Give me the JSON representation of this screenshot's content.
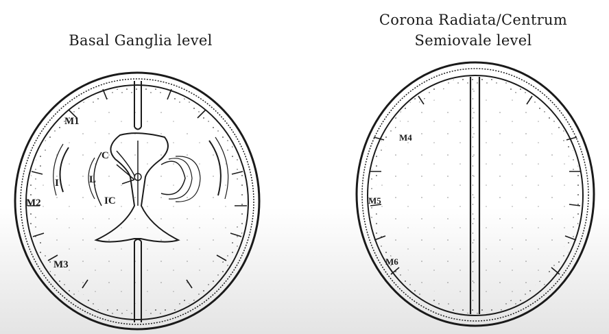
{
  "titles": {
    "left": "Basal Ganglia level",
    "right": "Corona Radiata/Centrum\nSemiovale level"
  },
  "labels": {
    "m1": "M1",
    "m2": "M2",
    "m3": "M3",
    "m4": "M4",
    "m5": "M5",
    "m6": "M6",
    "c": "C",
    "l": "L",
    "i": "I",
    "ic": "IC"
  },
  "colors": {
    "ink": "#1a1a1a",
    "paper": "#ffffff"
  }
}
